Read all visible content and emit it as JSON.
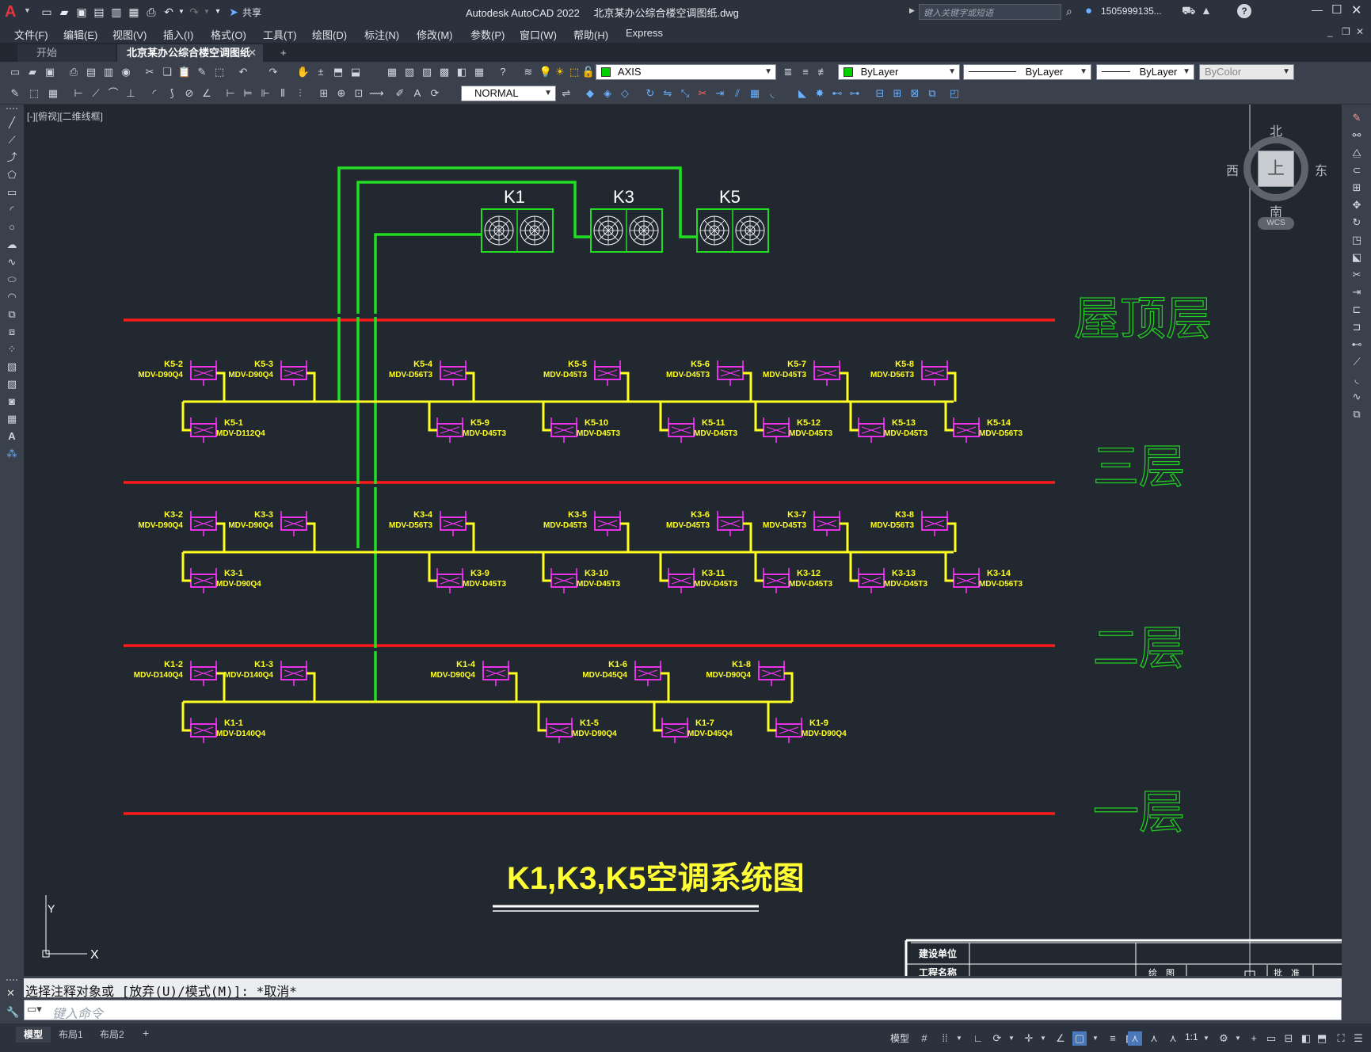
{
  "app": {
    "title": "Autodesk AutoCAD 2022",
    "file": "北京某办公综合楼空调图纸.dwg",
    "search_placeholder": "键入关键字或短语",
    "user": "1505999135...",
    "share_label": "共享"
  },
  "menu": [
    "文件(F)",
    "编辑(E)",
    "视图(V)",
    "插入(I)",
    "格式(O)",
    "工具(T)",
    "绘图(D)",
    "标注(N)",
    "修改(M)",
    "参数(P)",
    "窗口(W)",
    "帮助(H)",
    "Express"
  ],
  "tabs": {
    "start": "开始",
    "active": "北京某办公综合楼空调图纸*",
    "add": "+"
  },
  "toolbar": {
    "layer": "AXIS",
    "color": "ByLayer",
    "linetype": "ByLayer",
    "lineweight": "ByLayer",
    "plotstyle": "ByColor",
    "dimstyle": "NORMAL",
    "layer_color": "#00d000"
  },
  "viewport": {
    "label": "[-][俯视][二维线框]"
  },
  "viewcube": {
    "north": "北",
    "south": "南",
    "east": "东",
    "west": "西",
    "face": "上",
    "wcs": "WCS"
  },
  "drawing": {
    "title": "K1,K3,K5空调系统图",
    "floors": [
      "屋顶层",
      "三层",
      "二层",
      "一层"
    ],
    "outdoor_units": [
      "K1",
      "K3",
      "K5"
    ],
    "floor3_top": [
      {
        "id": "K5-2",
        "model": "MDV-D90Q4"
      },
      {
        "id": "K5-3",
        "model": "MDV-D90Q4"
      },
      {
        "id": "K5-4",
        "model": "MDV-D56T3"
      },
      {
        "id": "K5-5",
        "model": "MDV-D45T3"
      },
      {
        "id": "K5-6",
        "model": "MDV-D45T3"
      },
      {
        "id": "K5-7",
        "model": "MDV-D45T3"
      },
      {
        "id": "K5-8",
        "model": "MDV-D56T3"
      }
    ],
    "floor3_bottom": [
      {
        "id": "K5-1",
        "model": "MDV-D112Q4"
      },
      {
        "id": "K5-9",
        "model": "MDV-D45T3"
      },
      {
        "id": "K5-10",
        "model": "MDV-D45T3"
      },
      {
        "id": "K5-11",
        "model": "MDV-D45T3"
      },
      {
        "id": "K5-12",
        "model": "MDV-D45T3"
      },
      {
        "id": "K5-13",
        "model": "MDV-D45T3"
      },
      {
        "id": "K5-14",
        "model": "MDV-D56T3"
      }
    ],
    "floor2_top": [
      {
        "id": "K3-2",
        "model": "MDV-D90Q4"
      },
      {
        "id": "K3-3",
        "model": "MDV-D90Q4"
      },
      {
        "id": "K3-4",
        "model": "MDV-D56T3"
      },
      {
        "id": "K3-5",
        "model": "MDV-D45T3"
      },
      {
        "id": "K3-6",
        "model": "MDV-D45T3"
      },
      {
        "id": "K3-7",
        "model": "MDV-D45T3"
      },
      {
        "id": "K3-8",
        "model": "MDV-D56T3"
      }
    ],
    "floor2_bottom": [
      {
        "id": "K3-1",
        "model": "MDV-D90Q4"
      },
      {
        "id": "K3-9",
        "model": "MDV-D45T3"
      },
      {
        "id": "K3-10",
        "model": "MDV-D45T3"
      },
      {
        "id": "K3-11",
        "model": "MDV-D45T3"
      },
      {
        "id": "K3-12",
        "model": "MDV-D45T3"
      },
      {
        "id": "K3-13",
        "model": "MDV-D45T3"
      },
      {
        "id": "K3-14",
        "model": "MDV-D56T3"
      }
    ],
    "floor1_top": [
      {
        "id": "K1-2",
        "model": "MDV-D140Q4"
      },
      {
        "id": "K1-3",
        "model": "MDV-D140Q4"
      },
      {
        "id": "K1-4",
        "model": "MDV-D90Q4"
      },
      {
        "id": "K1-6",
        "model": "MDV-D45Q4"
      },
      {
        "id": "K1-8",
        "model": "MDV-D90Q4"
      }
    ],
    "floor1_bottom": [
      {
        "id": "K1-1",
        "model": "MDV-D140Q4"
      },
      {
        "id": "K1-5",
        "model": "MDV-D90Q4"
      },
      {
        "id": "K1-7",
        "model": "MDV-D45Q4"
      },
      {
        "id": "K1-9",
        "model": "MDV-D90Q4"
      }
    ],
    "titleblock": {
      "row1": "建设单位",
      "row2": "工程名称",
      "cell3": "绘　图",
      "cell4": "批　准"
    },
    "ucs": {
      "x": "X",
      "y": "Y"
    }
  },
  "command": {
    "history": "选择注释对象或 [放弃(U)/模式(M)]: *取消*",
    "placeholder": "键入命令"
  },
  "status": {
    "tabs": [
      "模型",
      "布局1",
      "布局2"
    ],
    "model_label": "模型",
    "scale": "1:1"
  },
  "colors": {
    "floor_line": "#ff1a1a",
    "pipe_green": "#22dd22",
    "pipe_yellow": "#ffff22",
    "indoor_unit": "#ff33ff",
    "floor_text": "#22cc22",
    "title_text": "#ffff33"
  }
}
